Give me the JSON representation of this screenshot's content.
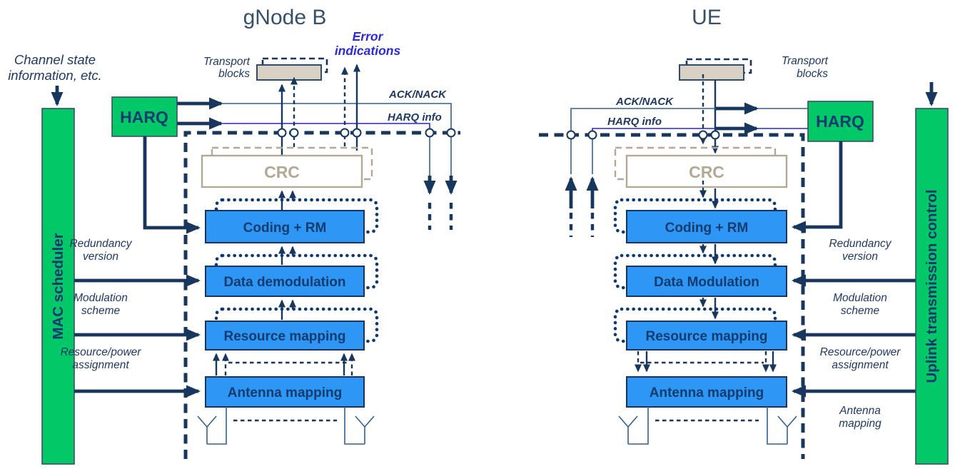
{
  "colors": {
    "green": "#02c868",
    "blue_box": "#2e96f5",
    "navy": "#17375e",
    "steel_line": "#31628c",
    "harq_info_line": "#2727cf",
    "tan_fill": "#d9d2c4",
    "tan_line": "#b3a894",
    "label_navy": "#1f3864",
    "error_blue": "#2b2bd8",
    "title_slate": "#35506b"
  },
  "gnb": {
    "title": "gNode B",
    "channel_state_line1": "Channel state",
    "channel_state_line2": "information, etc.",
    "scheduler": "MAC scheduler",
    "harq": "HARQ",
    "ack_nack": "ACK/NACK",
    "harq_info": "HARQ info",
    "error_line1": "Error",
    "error_line2": "indications",
    "transport_line1": "Transport",
    "transport_line2": "blocks",
    "crc": "CRC",
    "blocks": {
      "coding": "Coding + RM",
      "modulation": "Data demodulation",
      "resource": "Resource mapping",
      "antenna": "Antenna mapping"
    },
    "labels": {
      "redundancy1": "Redundancy",
      "redundancy2": "version",
      "modulation1": "Modulation",
      "modulation2": "scheme",
      "resource1": "Resource/power",
      "resource2": "assignment"
    }
  },
  "ue": {
    "title": "UE",
    "controller": "Uplink transmission control",
    "harq": "HARQ",
    "ack_nack": "ACK/NACK",
    "harq_info": "HARQ info",
    "transport_line1": "Transport",
    "transport_line2": "blocks",
    "crc": "CRC",
    "blocks": {
      "coding": "Coding + RM",
      "modulation": "Data Modulation",
      "resource": "Resource mapping",
      "antenna": "Antenna mapping"
    },
    "labels": {
      "redundancy1": "Redundancy",
      "redundancy2": "version",
      "modulation1": "Modulation",
      "modulation2": "scheme",
      "resource1": "Resource/power",
      "resource2": "assignment",
      "antenna1": "Antenna",
      "antenna2": "mapping"
    }
  }
}
